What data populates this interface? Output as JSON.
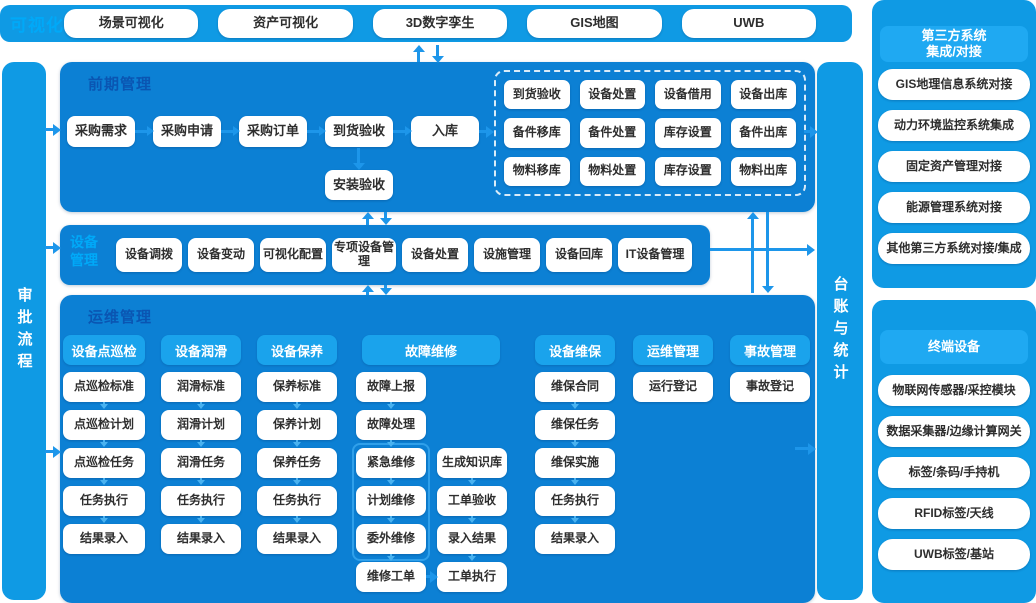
{
  "colors": {
    "panel_blue": "#0c80d4",
    "bar_blue": "#0f9ae4",
    "header_box_blue": "#1aa3ec",
    "section_title_blue": "#0a55b2",
    "accent_text_blue": "#00a9f8",
    "arrow_blue": "#1d96ea",
    "node_bg": "#ffffff",
    "node_text": "#2e2e2e"
  },
  "top_bar": {
    "label": "可视化",
    "items": [
      "场景可视化",
      "资产可视化",
      "3D数字孪生",
      "GIS地图",
      "UWB"
    ]
  },
  "left_bar": {
    "label": "审批流程"
  },
  "right_bar": {
    "label": "台账与统计"
  },
  "pre": {
    "title": "前期管理",
    "flow": [
      "采购需求",
      "采购申请",
      "采购订单",
      "到货验收",
      "入库"
    ],
    "install": "安装验收",
    "grid": [
      "到货验收",
      "设备处置",
      "设备借用",
      "设备出库",
      "备件移库",
      "备件处置",
      "库存设置",
      "备件出库",
      "物料移库",
      "物料处置",
      "库存设置",
      "物料出库"
    ]
  },
  "device": {
    "label": "设备管理",
    "items": [
      "设备调拨",
      "设备变动",
      "可视化配置",
      "专项设备管理",
      "设备处置",
      "设施管理",
      "设备回库",
      "IT设备管理"
    ]
  },
  "ops": {
    "title": "运维管理",
    "columns": [
      {
        "header": "设备点巡检",
        "items": [
          "点巡检标准",
          "点巡检计划",
          "点巡检任务",
          "任务执行",
          "结果录入"
        ]
      },
      {
        "header": "设备润滑",
        "items": [
          "润滑标准",
          "润滑计划",
          "润滑任务",
          "任务执行",
          "结果录入"
        ]
      },
      {
        "header": "设备保养",
        "items": [
          "保养标准",
          "保养计划",
          "保养任务",
          "任务执行",
          "结果录入"
        ]
      },
      {
        "header": "故障维修",
        "col_a": [
          "故障上报",
          "故障处理",
          "紧急维修",
          "计划维修",
          "委外维修",
          "维修工单"
        ],
        "col_b": [
          "生成知识库",
          "工单验收",
          "录入结果",
          "工单执行"
        ]
      },
      {
        "header": "设备维保",
        "items": [
          "维保合同",
          "维保任务",
          "维保实施",
          "任务执行",
          "结果录入"
        ]
      },
      {
        "header": "运维管理",
        "items": [
          "运行登记"
        ]
      },
      {
        "header": "事故管理",
        "items": [
          "事故登记"
        ]
      }
    ]
  },
  "third_party": {
    "header1": "第三方系统",
    "header2": "集成/对接",
    "items": [
      "GIS地理信息系统对接",
      "动力环境监控系统集成",
      "固定资产管理对接",
      "能源管理系统对接",
      "其他第三方系统对接/集成"
    ]
  },
  "terminal": {
    "header": "终端设备",
    "items": [
      "物联网传感器/采控模块",
      "数据采集器/边缘计算网关",
      "标签/条码/手持机",
      "RFID标签/天线",
      "UWB标签/基站"
    ]
  }
}
